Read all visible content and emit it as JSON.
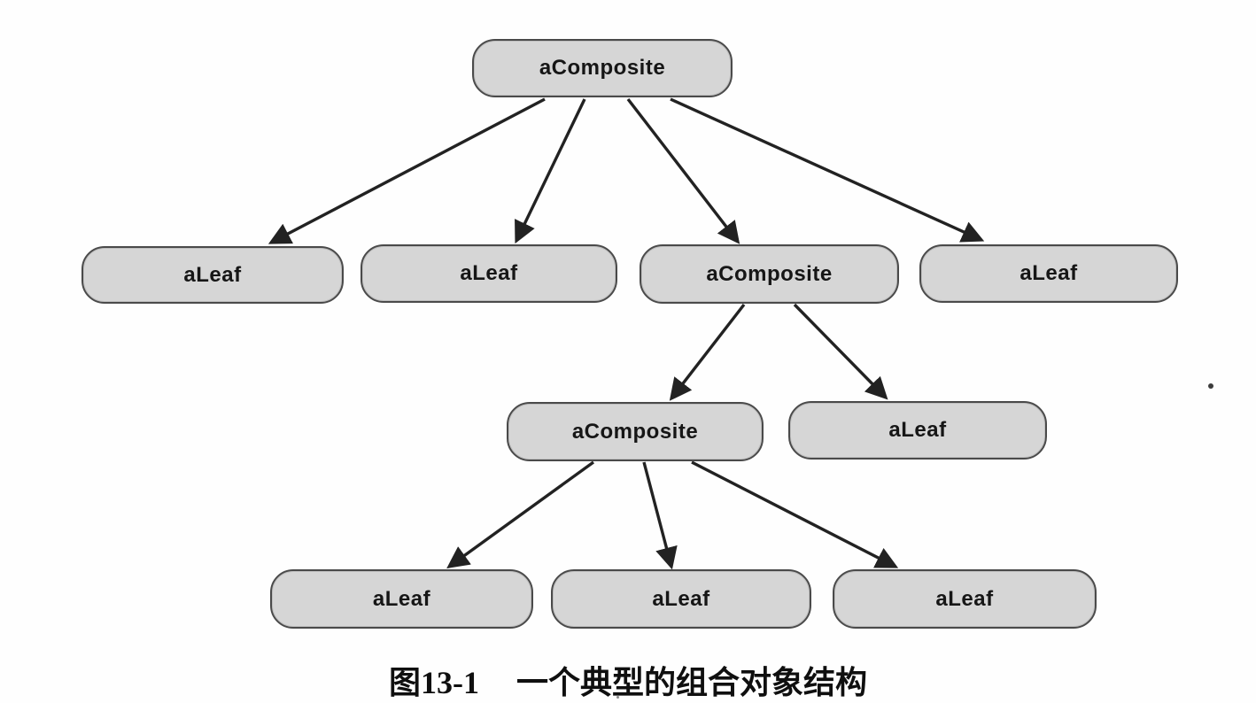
{
  "diagram": {
    "type": "tree",
    "description": "A typical composite object structure (Composite pattern instance diagram)",
    "node_fill": "#d6d6d6",
    "node_border": "#4a4a4a",
    "arrow_color": "#222222",
    "nodes": [
      {
        "id": "root",
        "label": "aComposite",
        "row": 0
      },
      {
        "id": "r2-leaf-1",
        "label": "aLeaf",
        "row": 1
      },
      {
        "id": "r2-leaf-2",
        "label": "aLeaf",
        "row": 1
      },
      {
        "id": "r2-comp",
        "label": "aComposite",
        "row": 1
      },
      {
        "id": "r2-leaf-4",
        "label": "aLeaf",
        "row": 1
      },
      {
        "id": "r3-comp",
        "label": "aComposite",
        "row": 2
      },
      {
        "id": "r3-leaf",
        "label": "aLeaf",
        "row": 2
      },
      {
        "id": "r4-leaf-1",
        "label": "aLeaf",
        "row": 3
      },
      {
        "id": "r4-leaf-2",
        "label": "aLeaf",
        "row": 3
      },
      {
        "id": "r4-leaf-3",
        "label": "aLeaf",
        "row": 3
      }
    ],
    "edges": [
      {
        "from": "root",
        "to": "r2-leaf-1"
      },
      {
        "from": "root",
        "to": "r2-leaf-2"
      },
      {
        "from": "root",
        "to": "r2-comp"
      },
      {
        "from": "root",
        "to": "r2-leaf-4"
      },
      {
        "from": "r2-comp",
        "to": "r3-comp"
      },
      {
        "from": "r2-comp",
        "to": "r3-leaf"
      },
      {
        "from": "r3-comp",
        "to": "r4-leaf-1"
      },
      {
        "from": "r3-comp",
        "to": "r4-leaf-2"
      },
      {
        "from": "r3-comp",
        "to": "r4-leaf-3"
      }
    ]
  },
  "caption": {
    "figure_label": "图13-1",
    "title": "一个典型的组合对象结构"
  }
}
